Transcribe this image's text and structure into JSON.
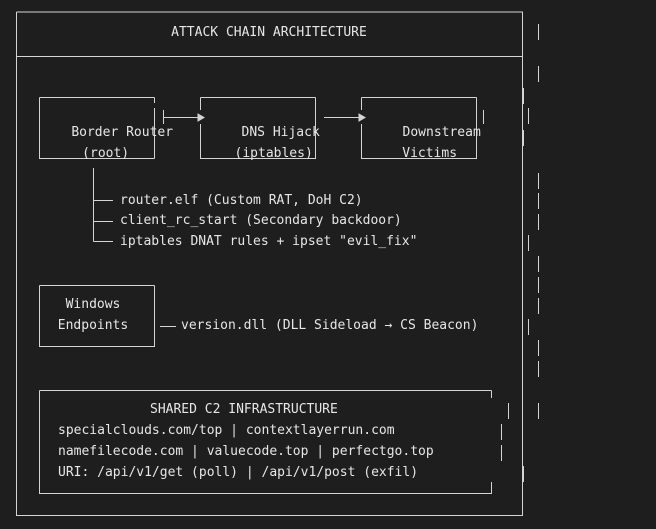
{
  "diagram": {
    "title": "ATTACK CHAIN ARCHITECTURE",
    "boxes": {
      "border_router": {
        "line1": "Border Router",
        "line2": "(root)"
      },
      "dns_hijack": {
        "line1": "DNS Hijack",
        "line2": "(iptables)"
      },
      "downstream": {
        "line1": "Downstream",
        "line2": "Victims"
      },
      "windows": {
        "line1": "Windows",
        "line2": "Endpoints"
      }
    },
    "router_components": [
      "router.elf (Custom RAT, DoH C2)",
      "client_rc_start (Secondary backdoor)",
      "iptables DNAT rules + ipset \"evil_fix\""
    ],
    "windows_component": "version.dll (DLL Sideload → CS Beacon)",
    "c2": {
      "title": "SHARED C2 INFRASTRUCTURE",
      "lines": [
        "specialclouds.com/top | contextlayerrun.com",
        "namefilecode.com | valuecode.top | perfectgo.top",
        "URI: /api/v1/get (poll) | /api/v1/post (exfil)"
      ]
    }
  }
}
